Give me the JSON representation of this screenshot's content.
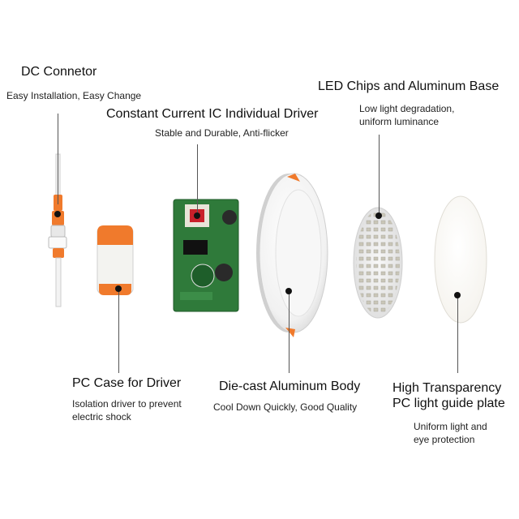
{
  "callouts": {
    "dc_connector": {
      "title": "DC Connetor",
      "desc": "Easy Installation, Easy Change"
    },
    "constant_current": {
      "title": "Constant Current IC Individual Driver",
      "desc": "Stable and Durable, Anti-flicker"
    },
    "led_chips": {
      "title": "LED Chips and Aluminum Base",
      "desc_line1": "Low light degradation,",
      "desc_line2": "uniform luminance"
    },
    "pc_case": {
      "title": "PC Case for Driver",
      "desc_line1": "Isolation driver to prevent",
      "desc_line2": "electric shock"
    },
    "die_cast": {
      "title": "Die-cast Aluminum Body",
      "desc": "Cool Down Quickly, Good Quality"
    },
    "light_guide": {
      "title_line1": "High Transparency",
      "title_line2": "PC light guide plate",
      "desc_line1": "Uniform light and",
      "desc_line2": "eye protection"
    }
  },
  "colors": {
    "accent_orange": "#f07a2c",
    "pcb_green": "#2f7a3a",
    "panel_white": "#f4f4f2"
  }
}
